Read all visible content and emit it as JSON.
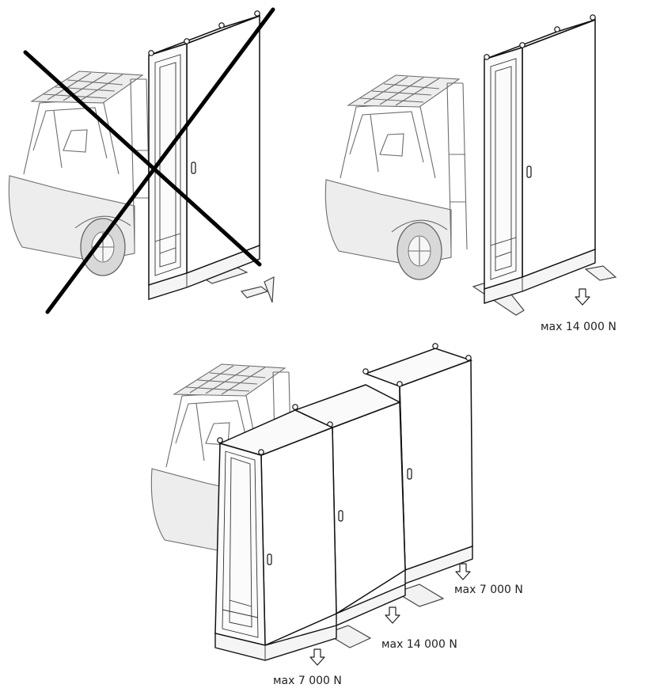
{
  "labels": {
    "top_right_load": "мах 14 000 N",
    "bottom_right_load": "мах 7 000 N",
    "bottom_center_load": "мах 14 000 N",
    "bottom_left_load": "мах 7 000 N"
  },
  "icons": {
    "prohibited": "cross-out-icon",
    "load_arrow": "down-arrow-icon"
  },
  "colors": {
    "line": "#111111",
    "truck": "#6d6d6d",
    "background": "#ffffff"
  }
}
